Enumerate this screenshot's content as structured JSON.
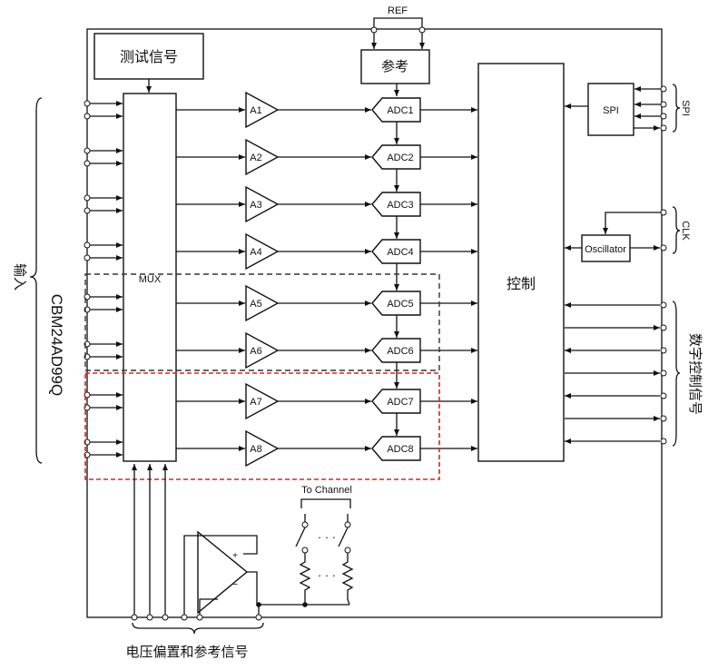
{
  "title_vertical": "CBM24AD99Q",
  "labels": {
    "test_signal": "测试信号",
    "reference": "参考",
    "ref": "REF",
    "mux": "MUX",
    "control": "控制",
    "spi": "SPI",
    "oscillator": "Oscillator",
    "to_channel": "To Channel",
    "bias_ref": "电压偏置和参考信号",
    "inputs": "输入",
    "spi_side": "SPI",
    "clk_side": "CLK",
    "digital_ctrl": "数字控制信号",
    "plus": "+",
    "minus": "−",
    "dots": "· · ·"
  },
  "amplifiers": [
    "A1",
    "A2",
    "A3",
    "A4",
    "A5",
    "A6",
    "A7",
    "A8"
  ],
  "adcs": [
    "ADC1",
    "ADC2",
    "ADC3",
    "ADC4",
    "ADC5",
    "ADC6",
    "ADC7",
    "ADC8"
  ],
  "colors": {
    "line": "#111111",
    "gray_dashed_box": "#333333",
    "red_dashed_box": "#e02020"
  }
}
